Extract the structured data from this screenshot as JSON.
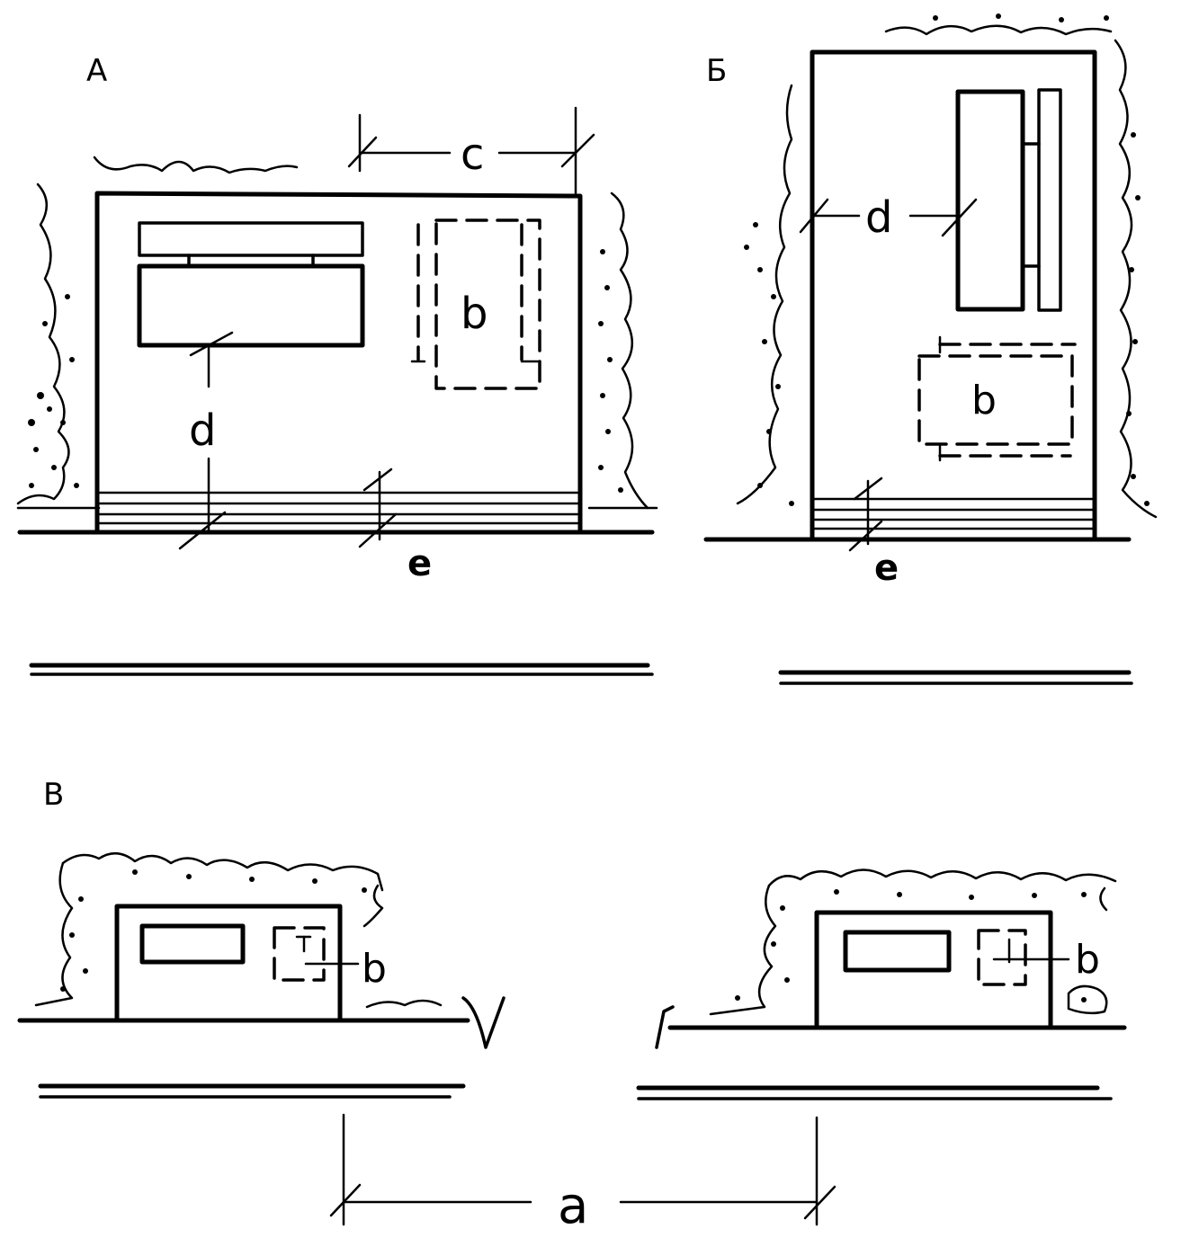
{
  "panels": {
    "a": {
      "label": "А",
      "dims": {
        "c": "c",
        "d": "d",
        "e": "e"
      },
      "sign_label": "b"
    },
    "b": {
      "label": "Б",
      "dims": {
        "d": "d",
        "e": "e"
      },
      "sign_label": "b"
    },
    "c": {
      "label": "В",
      "left_sign_label": "b",
      "right_sign_label": "b",
      "dims": {
        "a": "a"
      }
    }
  },
  "colors": {
    "ink": "#000000",
    "paper": "#ffffff"
  }
}
